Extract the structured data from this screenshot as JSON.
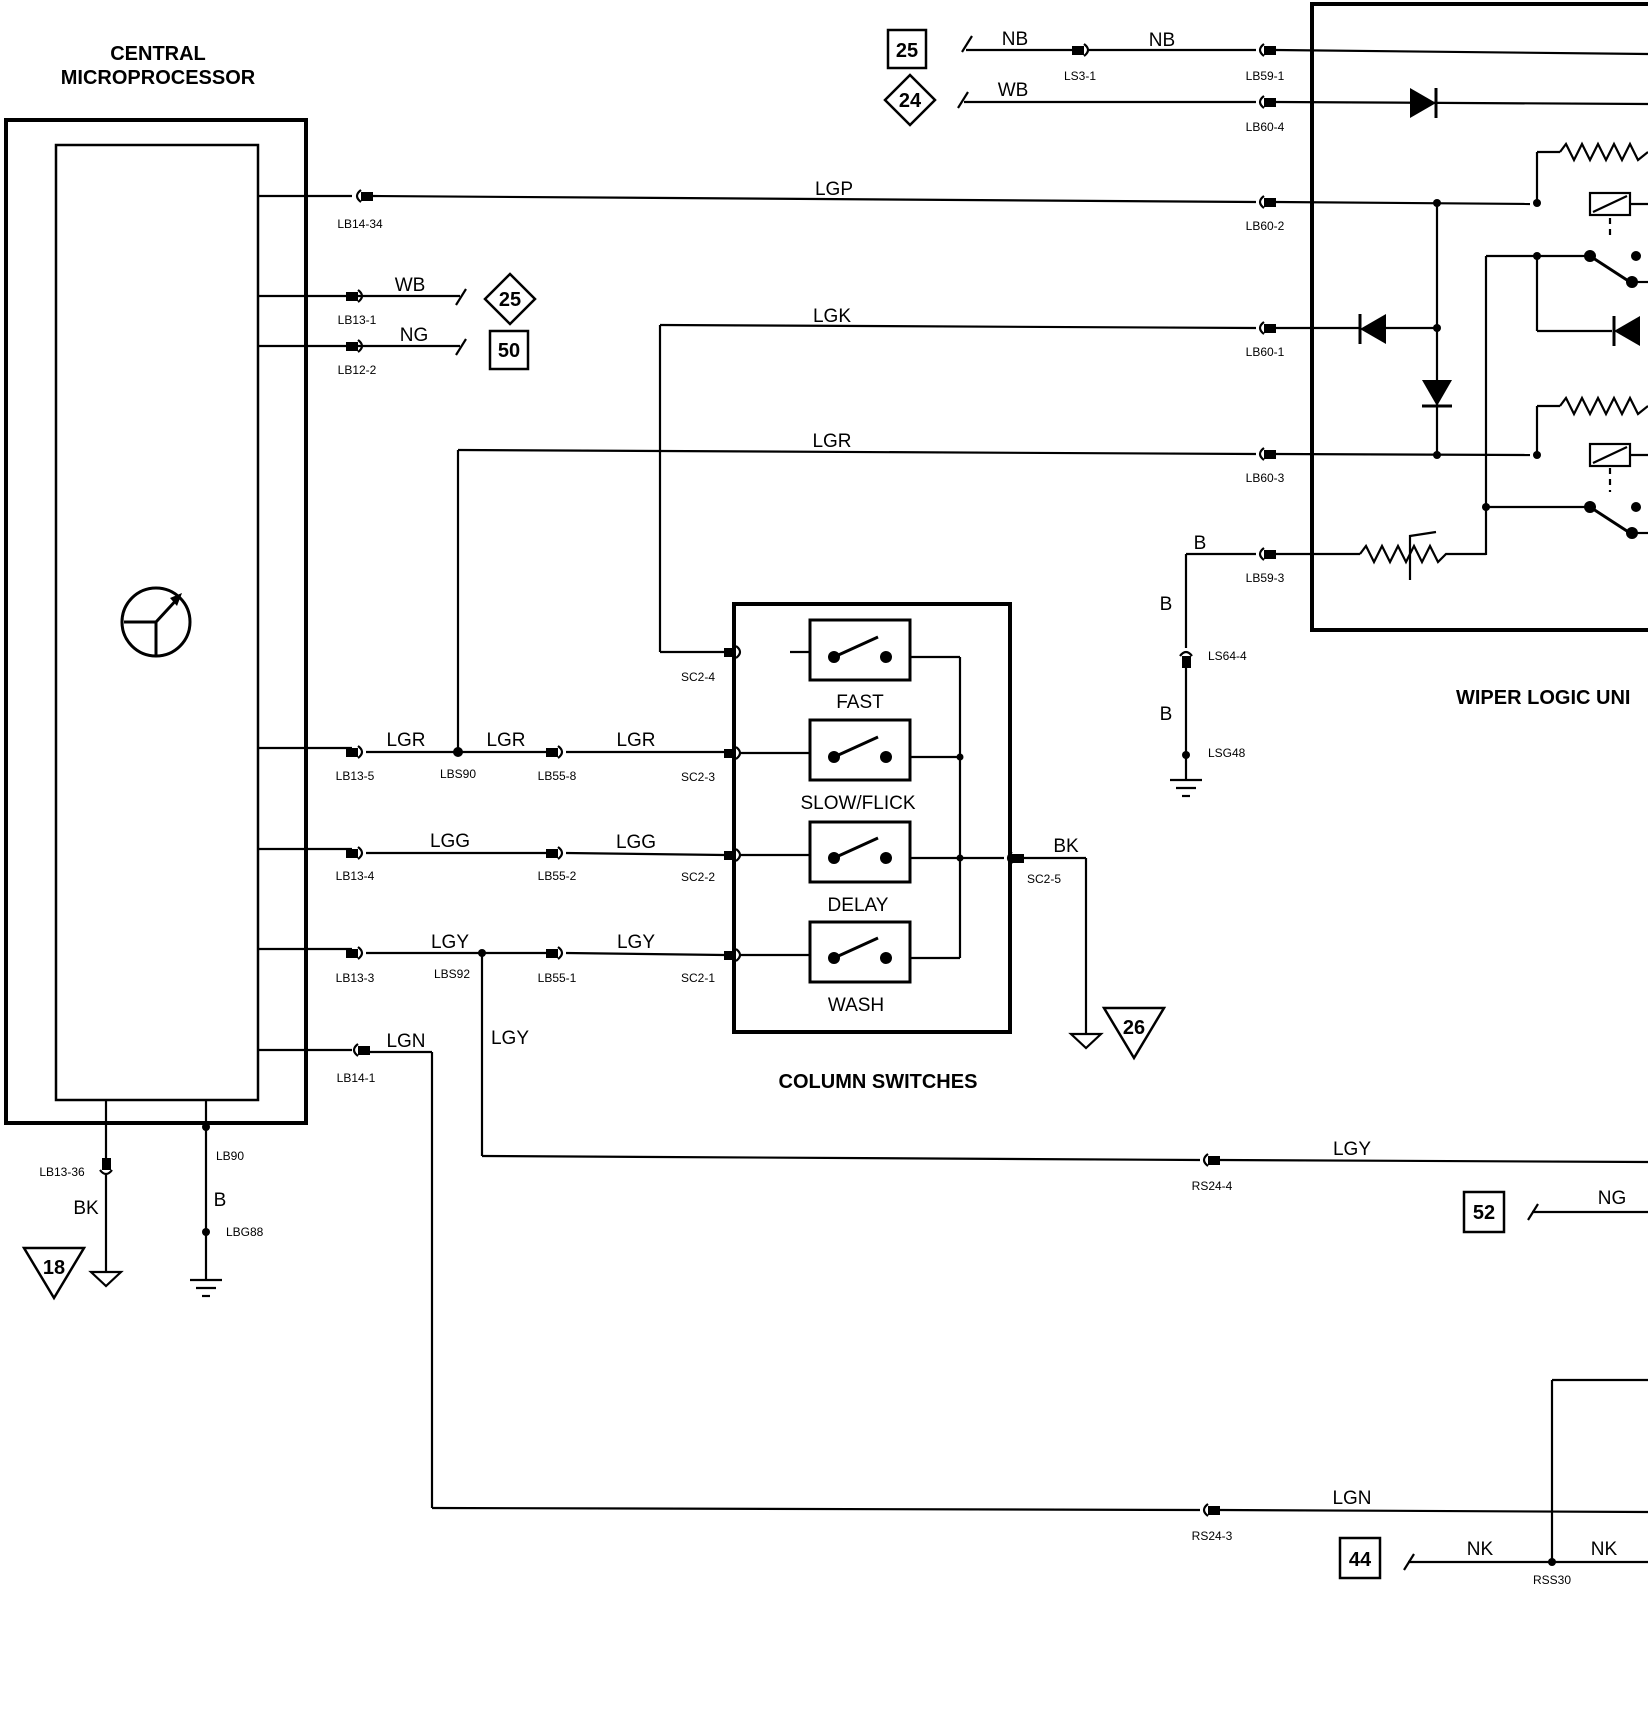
{
  "titles": {
    "cpu_line1": "CENTRAL",
    "cpu_line2": "MICROPROCESSOR",
    "column_switches": "COLUMN SWITCHES",
    "wiper_logic": "WIPER LOGIC UNI"
  },
  "switches": [
    "FAST",
    "SLOW/FLICK",
    "DELAY",
    "WASH"
  ],
  "wire_colors": {
    "nb1": "NB",
    "nb2": "NB",
    "wb_top": "WB",
    "lgp": "LGP",
    "wb_left": "WB",
    "ng_left": "NG",
    "lgk": "LGK",
    "lgr_top": "LGR",
    "b_top": "B",
    "b_mid": "B",
    "b_low": "B",
    "lgr1": "LGR",
    "lgr2": "LGR",
    "lgr3": "LGR",
    "lgg1": "LGG",
    "lgg2": "LGG",
    "bk_sw": "BK",
    "lgy1": "LGY",
    "lgy2": "LGY",
    "lgy_drop": "LGY",
    "lgy_bottom": "LGY",
    "lgn1": "LGN",
    "lgn_bottom": "LGN",
    "ng_bottom": "NG",
    "nk1": "NK",
    "nk2": "NK",
    "bk_left": "BK",
    "b_left": "B"
  },
  "connectors": {
    "ls3_1": "LS3-1",
    "lb59_1": "LB59-1",
    "lb60_4": "LB60-4",
    "lb14_34": "LB14-34",
    "lb60_2": "LB60-2",
    "lb13_1": "LB13-1",
    "lb12_2": "LB12-2",
    "lb60_1": "LB60-1",
    "lb60_3": "LB60-3",
    "lb59_3": "LB59-3",
    "ls64_4": "LS64-4",
    "lsg48": "LSG48",
    "sc2_4": "SC2-4",
    "sc2_3": "SC2-3",
    "sc2_2": "SC2-2",
    "sc2_1": "SC2-1",
    "sc2_5": "SC2-5",
    "lb13_5": "LB13-5",
    "lbs90": "LBS90",
    "lb55_8": "LB55-8",
    "lb13_4": "LB13-4",
    "lb55_2": "LB55-2",
    "lb13_3": "LB13-3",
    "lbs92": "LBS92",
    "lb55_1": "LB55-1",
    "lb14_1": "LB14-1",
    "lb13_36": "LB13-36",
    "lb90": "LB90",
    "lbg88": "LBG88",
    "rs24_4": "RS24-4",
    "rs24_3": "RS24-3",
    "rss30": "RSS30"
  },
  "references": {
    "r25_top": "25",
    "r24": "24",
    "r25_left": "25",
    "r50": "50",
    "r26": "26",
    "r18": "18",
    "r52": "52",
    "r44": "44"
  }
}
